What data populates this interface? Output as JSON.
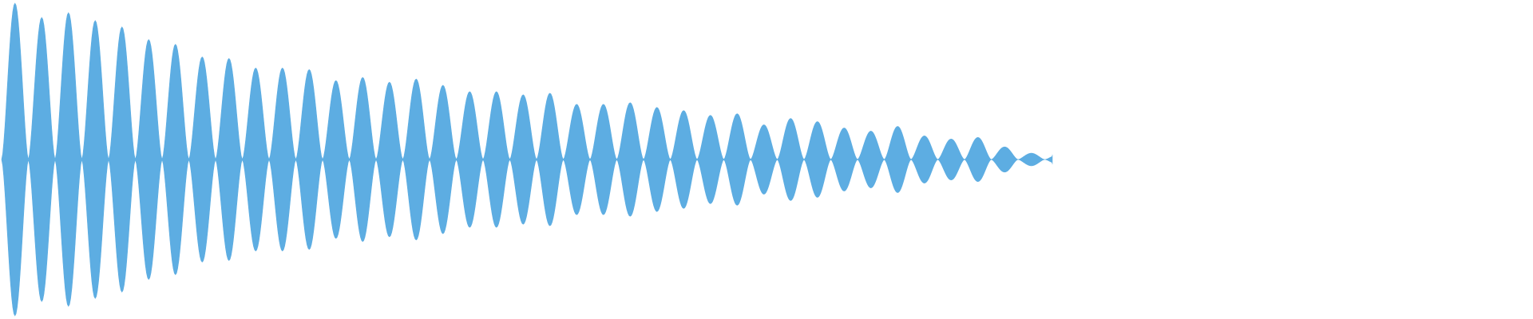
{
  "waveform": {
    "color": "#5dade2",
    "background": "#ffffff",
    "envelope": [
      0.99,
      0.9,
      0.93,
      0.88,
      0.84,
      0.76,
      0.73,
      0.65,
      0.64,
      0.58,
      0.58,
      0.57,
      0.5,
      0.52,
      0.49,
      0.51,
      0.47,
      0.43,
      0.43,
      0.41,
      0.42,
      0.35,
      0.35,
      0.36,
      0.33,
      0.31,
      0.28,
      0.29,
      0.22,
      0.26,
      0.24,
      0.2,
      0.18,
      0.21,
      0.15,
      0.13,
      0.14,
      0.08,
      0.04,
      0.03,
      0.02,
      0.01,
      0.0,
      0.0,
      0.0
    ]
  }
}
